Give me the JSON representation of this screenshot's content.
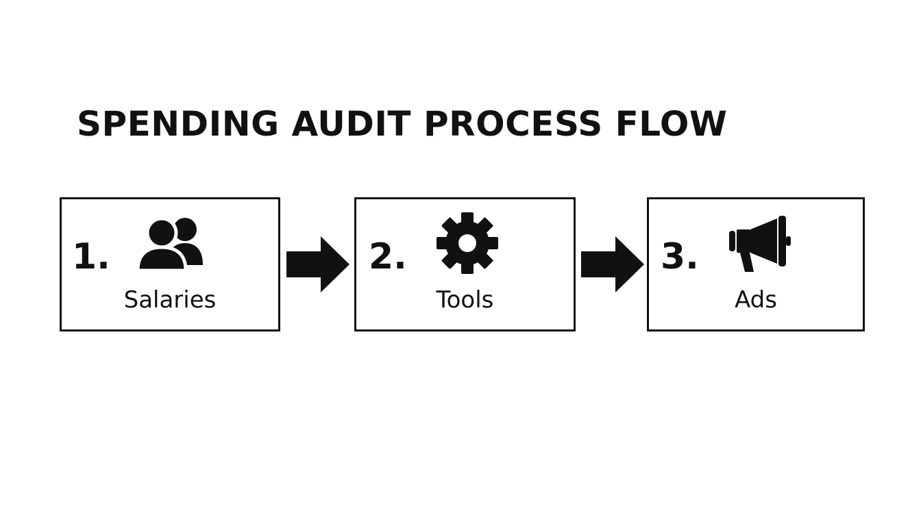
{
  "title": "SPENDING AUDIT PROCESS FLOW",
  "steps": [
    {
      "number": "1.",
      "label": "Salaries",
      "icon": "people-icon"
    },
    {
      "number": "2.",
      "label": "Tools",
      "icon": "gear-icon"
    },
    {
      "number": "3.",
      "label": "Ads",
      "icon": "megaphone-icon"
    }
  ],
  "colors": {
    "ink": "#111111",
    "background": "#ffffff"
  }
}
